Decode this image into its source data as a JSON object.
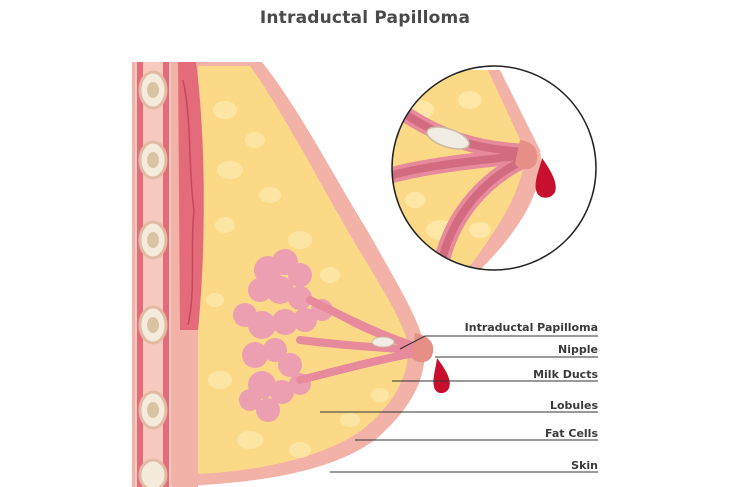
{
  "title": "Intraductal Papilloma",
  "labels": [
    {
      "id": "papilloma",
      "text": "Intraductal Papilloma"
    },
    {
      "id": "nipple",
      "text": "Nipple"
    },
    {
      "id": "ducts",
      "text": "Milk Ducts"
    },
    {
      "id": "lobules",
      "text": "Lobules"
    },
    {
      "id": "fat",
      "text": "Fat Cells"
    },
    {
      "id": "skin",
      "text": "Skin"
    }
  ],
  "colors": {
    "skin": "#f2b2a8",
    "skin_dark": "#e68f86",
    "fat": "#fbd987",
    "fat_light": "#fde6a6",
    "muscle": "#e46b79",
    "bone": "#f4ebda",
    "lobule": "#ec9fb0",
    "duct": "#e78a9c",
    "blood": "#c8102e",
    "line": "#333333"
  }
}
